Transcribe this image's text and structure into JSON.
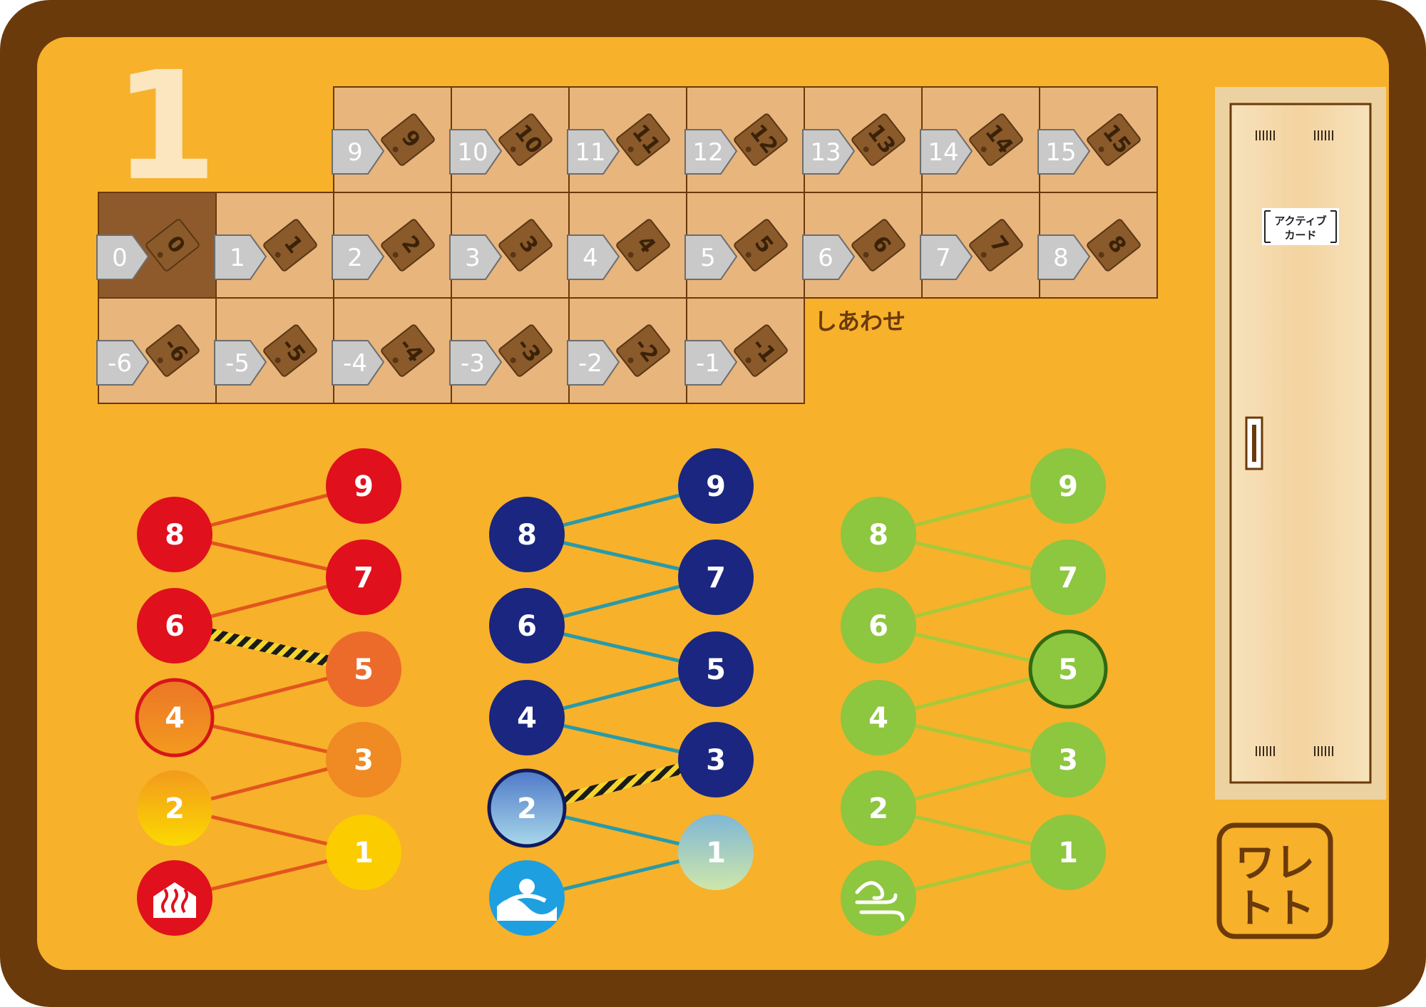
{
  "board": {
    "player_number": "1",
    "happiness_label": "しあわせ",
    "logo_text": "ワレトト",
    "locker_label_line1": "アクティブ",
    "locker_label_line2": "カード",
    "colors": {
      "frame": "#6b3a0a",
      "background": "#f7b12b",
      "cell": "#e8b57c",
      "cell_active": "#8f5a2b",
      "marker": "#c9c9c9",
      "tile": "#8a5a2b",
      "red_track": "#e0101c",
      "navy_track": "#1a2680",
      "green_track": "#8dc63f",
      "locker": "#f3d9ab"
    }
  },
  "happiness_track": {
    "rows": [
      {
        "name": "row-9-15",
        "values": [
          "9",
          "10",
          "11",
          "12",
          "13",
          "14",
          "15"
        ]
      },
      {
        "name": "row-0-8",
        "values": [
          "0",
          "1",
          "2",
          "3",
          "4",
          "5",
          "6",
          "7",
          "8"
        ]
      },
      {
        "name": "row-neg",
        "values": [
          "-6",
          "-5",
          "-4",
          "-3",
          "-2",
          "-1"
        ]
      }
    ],
    "current_value": "0"
  },
  "tracks": [
    {
      "name": "onsen",
      "icon": "onsen-icon",
      "left_values": [
        "8",
        "6",
        "4",
        "2"
      ],
      "right_values": [
        "9",
        "7",
        "5",
        "3",
        "1"
      ],
      "current_value": "4",
      "hazard_between": [
        "6",
        "5"
      ]
    },
    {
      "name": "wave",
      "icon": "wave-bath-icon",
      "left_values": [
        "8",
        "6",
        "4",
        "2"
      ],
      "right_values": [
        "9",
        "7",
        "5",
        "3",
        "1"
      ],
      "current_value": "2",
      "hazard_between": [
        "2",
        "3"
      ]
    },
    {
      "name": "wind",
      "icon": "wind-icon",
      "left_values": [
        "8",
        "6",
        "4",
        "2"
      ],
      "right_values": [
        "9",
        "7",
        "5",
        "3",
        "1"
      ],
      "current_value": "5",
      "hazard_between": []
    }
  ]
}
